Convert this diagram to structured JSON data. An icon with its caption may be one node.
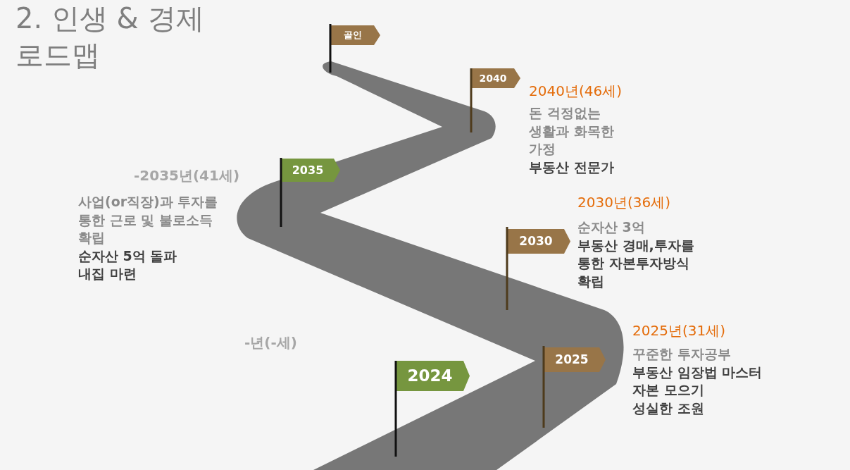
{
  "diagram": {
    "title": "2. 인생 & 경제 로드맵",
    "nodes": [
      {
        "text": [
          "골인"
        ]
      },
      {
        "text": [
          "2040"
        ],
        "beside": [
          "2040년(46세)",
          "돈 걱정없는 생활과 화목한 가정",
          "부동산 전문가"
        ]
      },
      {
        "text": [
          "2035"
        ],
        "beside": [
          "-2035년(41세)",
          "사업(or직장)과 투자를 통한 근로 및 불로소득 확립",
          "순자산 5억 돌파",
          "내집 마련"
        ]
      },
      {
        "text": [
          "2030"
        ],
        "beside": [
          "2030년(36세)",
          "순자산 3억",
          "부동산 경매,투자를 통한 자본투자방식 확립"
        ]
      },
      {
        "text": [
          "2025"
        ],
        "beside": [
          "2025년(31세)",
          "꾸준한 투자공부",
          "부동산 임장법 마스터",
          "자본 모으기",
          "성실한 조원"
        ]
      },
      {
        "text": [
          "2024"
        ]
      }
    ],
    "labels": [
      "-년(-세)"
    ]
  }
}
